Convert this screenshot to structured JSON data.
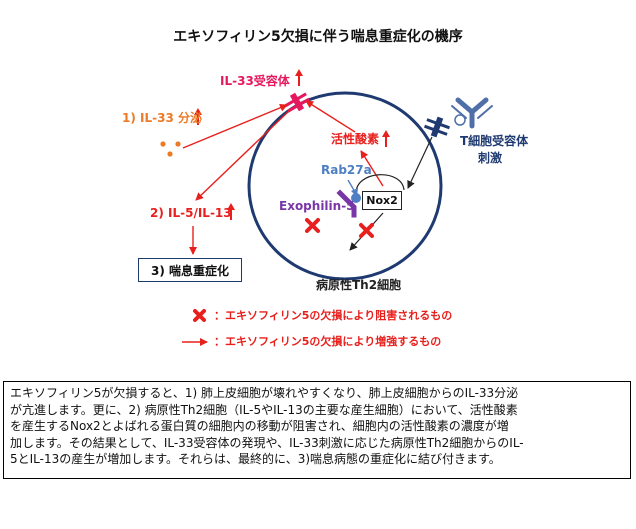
{
  "title": "エキソフィリン5欠損に伴う喘息重症化の機序",
  "labels": {
    "il33_receptor": "IL-33受容体",
    "il33_secretion": "1) IL-33 分泌",
    "il5_il13": "2) IL-5/IL-13",
    "asthma": "3) 喘息重症化",
    "ros": "活性酸素",
    "rab27a": "Rab27a",
    "exophilin5": "Exophilin-5",
    "nox2": "Nox2",
    "tcr_line1": "T細胞受容体",
    "tcr_line2": "刺激",
    "cell": "病原性Th2細胞"
  },
  "legend": {
    "inhibited": "：エキソフィリン5の欠損により阻害されるもの",
    "enhanced": "：エキソフィリン5の欠損により増強するもの"
  },
  "summary_lines": [
    "エキソフィリン5が欠損すると、1) 肺上皮細胞が壊れやすくなり、肺上皮細胞からのIL-33分泌",
    "が亢進します。更に、2) 病原性Th2細胞（IL-5やIL-13の主要な産生細胞）において、活性酸素",
    "を産生するNox2とよばれる蛋白質の細胞内の移動が阻害され、細胞内の活性酸素の濃度が増",
    "加します。その結果として、IL-33受容体の発現や、IL-33刺激に応じた病原性Th2細胞からのIL-",
    "5とIL-13の産生が増加します。それらは、最終的に、3)喘息病態の重症化に結び付きます。"
  ],
  "colors": {
    "red": "#e8201d",
    "pink": "#e5185f",
    "orange": "#ec7a26",
    "navy": "#1f3a70",
    "blue": "#4f7fc3",
    "purple": "#7a36a6"
  },
  "icons": [
    "cross-mark-icon",
    "up-arrow-icon",
    "receptor-icon",
    "dots-icon"
  ]
}
